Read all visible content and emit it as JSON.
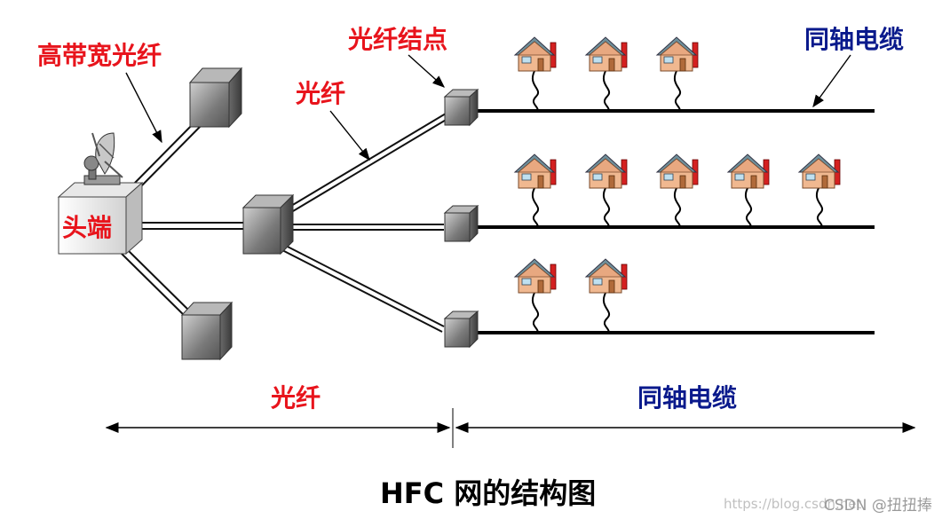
{
  "labels": {
    "high_bandwidth_fiber": "高带宽光纤",
    "fiber_top": "光纤",
    "fiber_node": "光纤结点",
    "coax_top": "同轴电缆",
    "headend": "头端",
    "fiber_bottom": "光纤",
    "coax_bottom": "同轴电缆"
  },
  "caption": "HFC 网的结构图",
  "watermark": {
    "url": "https://blog.csdn.net",
    "site": "CSDN @扭扭捧"
  },
  "colors": {
    "red_label": "#e8141c",
    "blue_label": "#0a1a8c",
    "house_wall": "#f0b890",
    "house_roof": "#6f8f9a",
    "house_chimney": "#d42020"
  },
  "icons": {
    "house": "house-icon",
    "dish": "satellite-dish-icon",
    "box": "equipment-box-icon"
  },
  "houses_per_row": [
    3,
    5,
    2
  ]
}
